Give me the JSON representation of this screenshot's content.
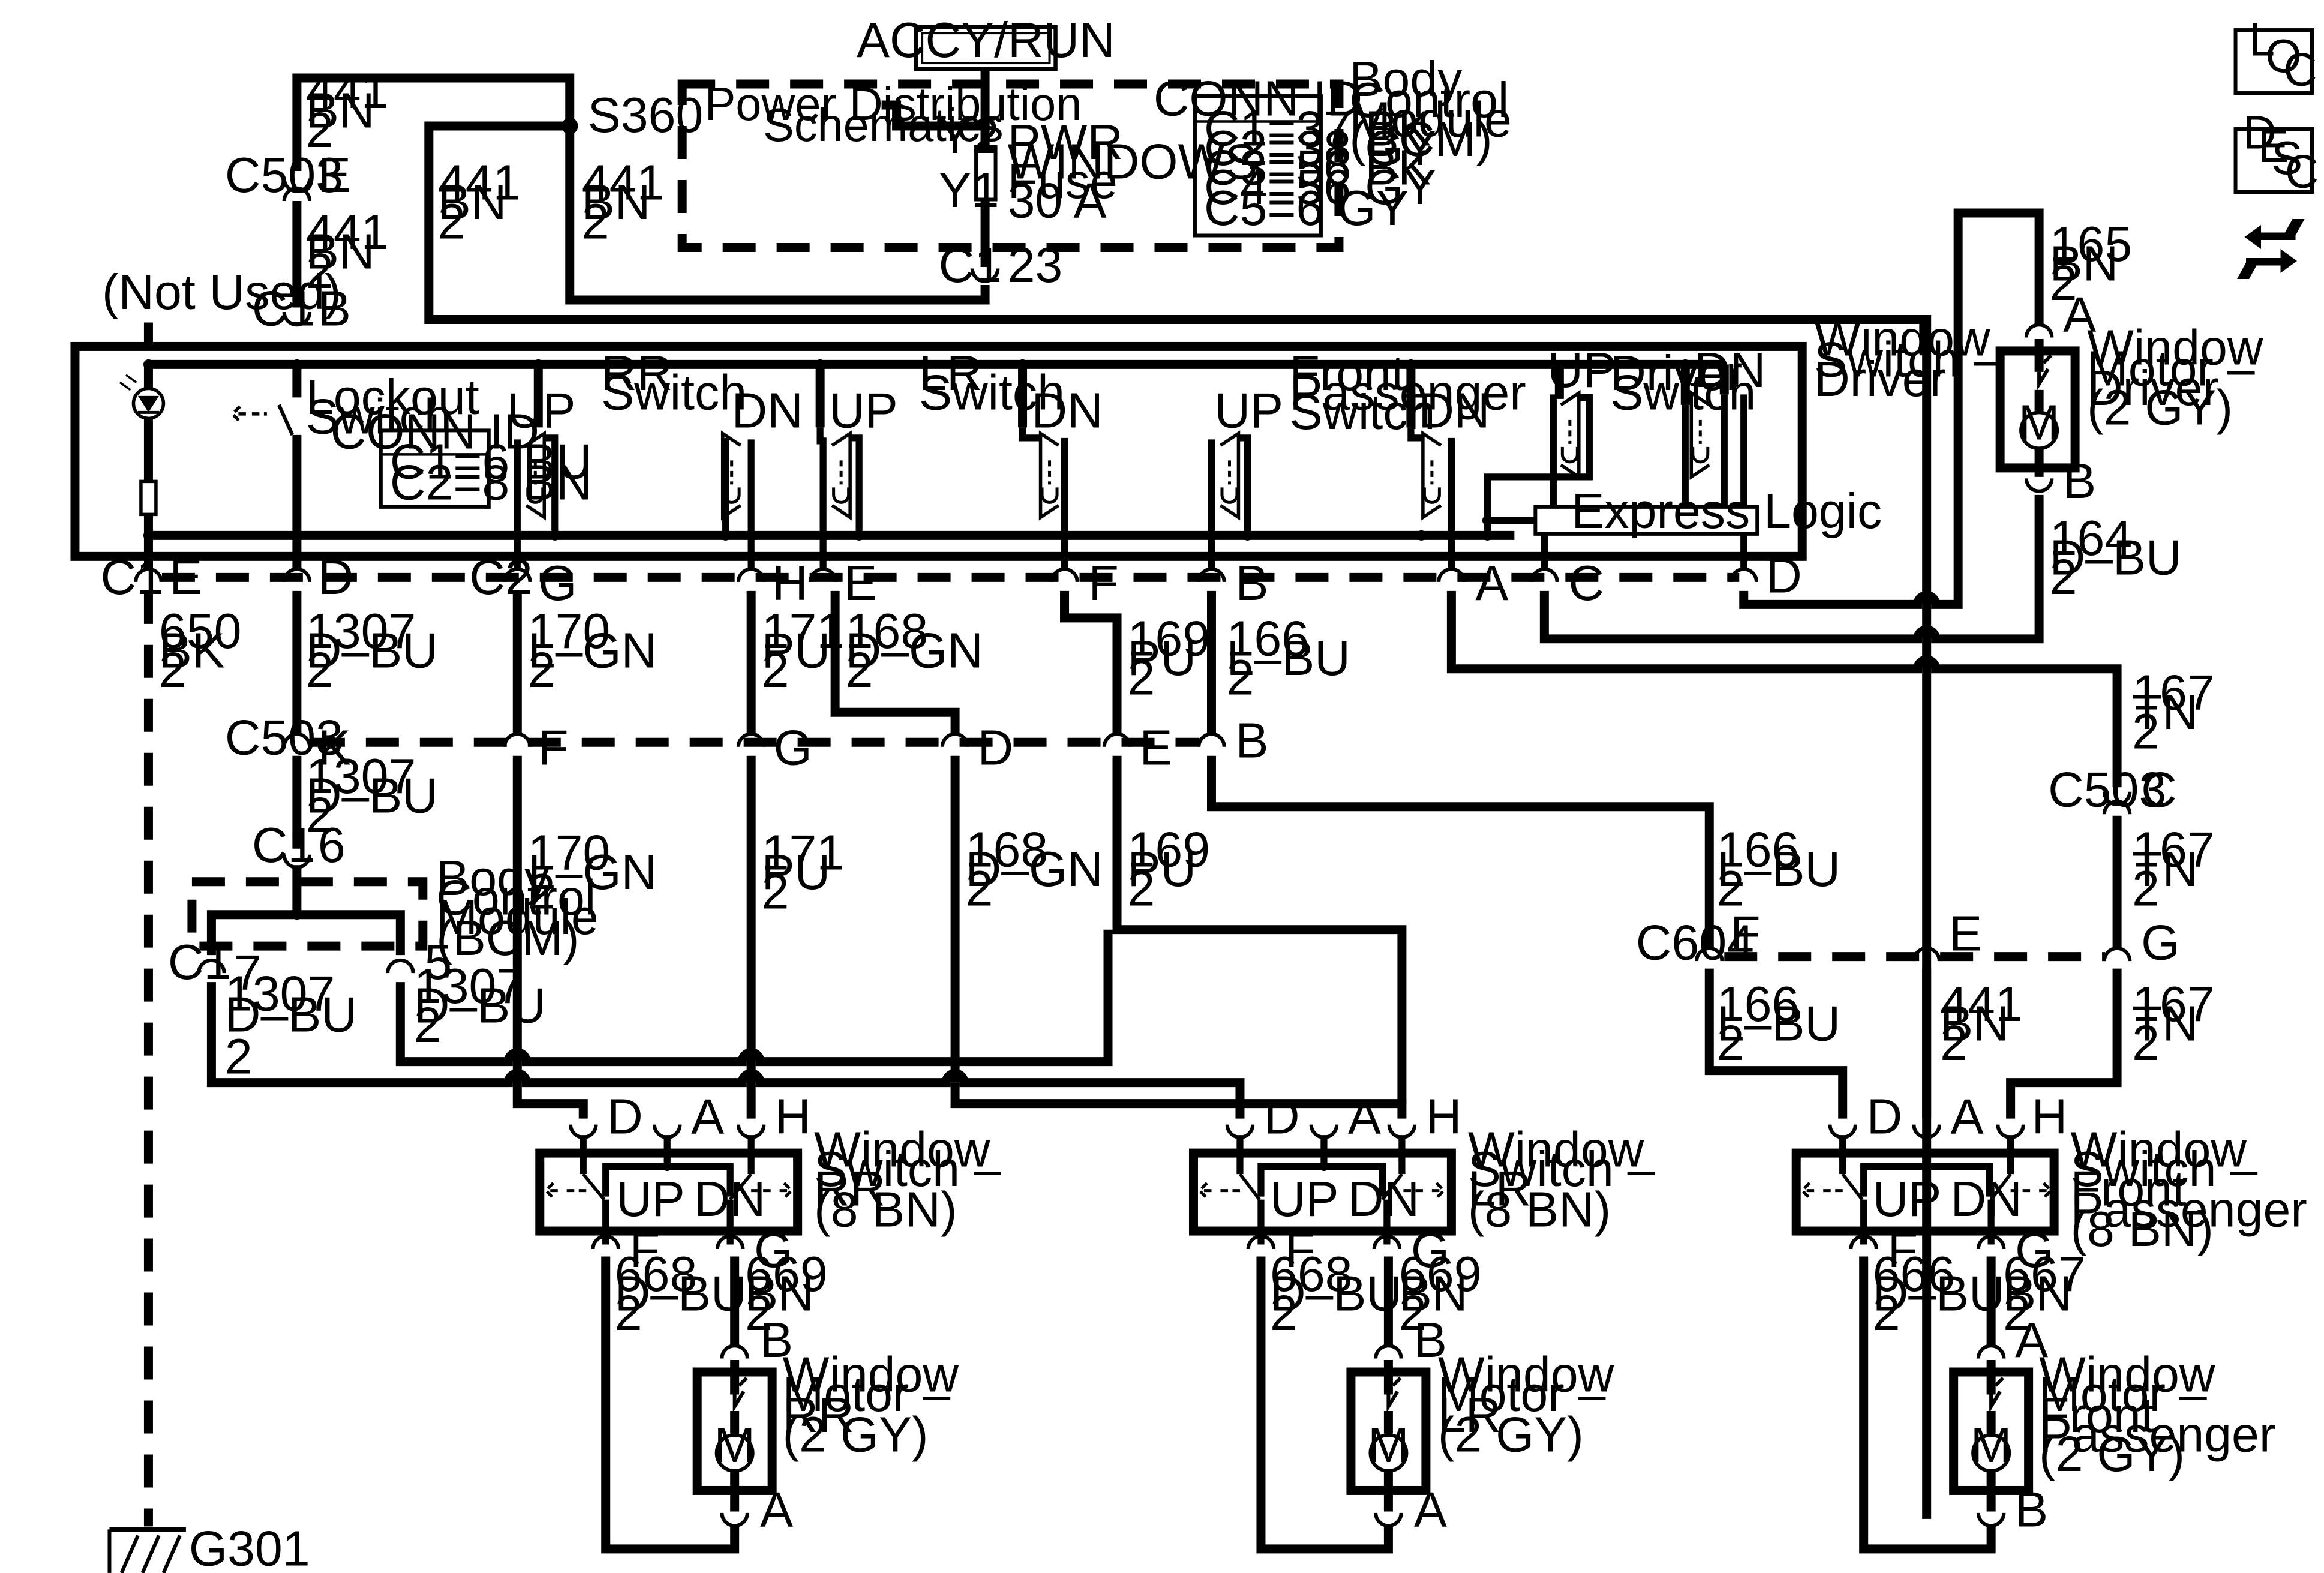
{
  "power": {
    "accy_run": "ACCY/RUN",
    "pds_1": "Power Distribution",
    "pds_2": "Schematics",
    "y2": "Y2",
    "y1": "Y1",
    "fuse_1": "PWR",
    "fuse_2": "WINDOWS",
    "fuse_3": "Fuse",
    "fuse_4": "30 A",
    "c1": "C1",
    "c1_pin": "23",
    "splice": "S360"
  },
  "bcm": {
    "l1": "Body",
    "l2": "Control",
    "l3": "Module",
    "l4": "(BCM)",
    "conn_title": "CONN ID",
    "conn": [
      "C1=37 BK",
      "C2=38 GY",
      "C3=56 BK",
      "C4=56 GY",
      "C5=6 GY"
    ]
  },
  "corner_icons": {
    "loc_1": "L",
    "loc_2": "O",
    "loc_3": "C",
    "desc_1": "D",
    "desc_2": "E",
    "desc_3": "S",
    "desc_4": "C"
  },
  "top_left": {
    "w441a_1": "441",
    "w441a_2": "BN",
    "w441a_3": "2",
    "c503": "C503",
    "c503_pin": "E",
    "w441b_1": "441",
    "w441b_2": "BN",
    "w441b_3": "2",
    "not_used": "(Not Used)",
    "c1": "C1",
    "c1_pin": "B",
    "w441c_1": "441",
    "w441c_2": "BN",
    "w441c_3": "2",
    "w441d_1": "441",
    "w441d_2": "BN",
    "w441d_3": "2"
  },
  "driver_switch": {
    "t1": "Window",
    "t2": "Switch –",
    "t3": "Driver",
    "lockout_1": "Lockout",
    "lockout_2": "Switch",
    "conn_title": "CONN ID",
    "conn": [
      "C1=6 BU",
      "C2=8 BN"
    ],
    "rr_1": "RR",
    "rr_2": "Switch",
    "lr_1": "LR",
    "lr_2": "Switch",
    "fp_1": "Front",
    "fp_2": "Passenger",
    "fp_3": "Switch",
    "drv_1": "Driver",
    "drv_2": "Switch",
    "up": "UP",
    "dn": "DN",
    "express": "Express Logic"
  },
  "driver_pins": {
    "c1": "C1",
    "c2": "C2",
    "e": "E",
    "d": "D",
    "g": "G",
    "h": "H",
    "e2": "E",
    "f": "F",
    "b": "B",
    "a": "A",
    "c": "C",
    "d2": "D"
  },
  "wires_row1": {
    "w650_1": "650",
    "w650_2": "BK",
    "w650_3": "2",
    "w1307_1": "1307",
    "w1307_2": "D–BU",
    "w1307_3": "2",
    "w170_1": "170",
    "w170_2": "L–GN",
    "w170_3": "2",
    "w171_1": "171",
    "w171_2": "PU",
    "w171_3": "2",
    "w168_1": "168",
    "w168_2": "D–GN",
    "w168_3": "2",
    "w169_1": "169",
    "w169_2": "PU",
    "w169_3": "2",
    "w166_1": "166",
    "w166_2": "L–BU",
    "w166_3": "2"
  },
  "c503_row": {
    "label": "C503",
    "k": "K",
    "f": "F",
    "g": "G",
    "d": "D",
    "e": "E",
    "b": "B"
  },
  "lower_left": {
    "w1307_1": "1307",
    "w1307_2": "D–BU",
    "w1307_3": "2",
    "c1": "C1",
    "c1_pin": "6",
    "bcm_1": "Body",
    "bcm_2": "Control",
    "bcm_3": "Module",
    "bcm_4": "(BCM)",
    "c1b": "C1",
    "pin7": "7",
    "pin5": "5",
    "w1307b_1": "1307",
    "w1307b_2": "D–BU",
    "w1307c_1": "1307",
    "w1307c_2": "D–BU",
    "w1307c_3": "2",
    "two": "2"
  },
  "wires_row2": {
    "w170_1": "170",
    "w170_2": "L–GN",
    "w170_3": "2",
    "w171_1": "171",
    "w171_2": "PU",
    "w171_3": "2",
    "w168_1": "168",
    "w168_2": "D–GN",
    "w168_3": "2",
    "w169_1": "169",
    "w169_2": "PU",
    "w169_3": "2",
    "w166_1": "166",
    "w166_2": "L–BU",
    "w166_3": "2"
  },
  "driver_motor": {
    "w165_1": "165",
    "w165_2": "BN",
    "w165_3": "2",
    "pin_a": "A",
    "t1": "Window",
    "t2": "Motor –",
    "t3": "Driver",
    "t4": "(2 GY)",
    "m": "M",
    "pin_b": "B",
    "w164_1": "164",
    "w164_2": "D–BU",
    "w164_3": "2"
  },
  "right_side": {
    "w167a_1": "167",
    "w167a_2": "TN",
    "w167a_3": "2",
    "c503": "C503",
    "c503_pin": "C",
    "w167b_1": "167",
    "w167b_2": "TN",
    "w167b_3": "2",
    "c604": "C604",
    "f": "F",
    "e": "E",
    "g": "G",
    "w166_1": "166",
    "w166_2": "L–BU",
    "w166_3": "2",
    "w441_1": "441",
    "w441_2": "BN",
    "w441_3": "2",
    "w167c_1": "167",
    "w167c_2": "TN",
    "w167c_3": "2"
  },
  "rr": {
    "d": "D",
    "a": "A",
    "h": "H",
    "t1": "Window",
    "t2": "Switch –",
    "t3": "RR",
    "t4": "(8 BN)",
    "up": "UP",
    "dn": "DN",
    "f": "F",
    "g": "G",
    "wa_1": "668",
    "wa_2": "D–BU",
    "wa_3": "2",
    "wb_1": "669",
    "wb_2": "BN",
    "wb_3": "2",
    "mt": "B",
    "m1": "Window",
    "m2": "Motor –",
    "m3": "RR",
    "m4": "(2 GY)",
    "m": "M",
    "mb": "A"
  },
  "lr": {
    "d": "D",
    "a": "A",
    "h": "H",
    "t1": "Window",
    "t2": "Switch –",
    "t3": "LR",
    "t4": "(8 BN)",
    "up": "UP",
    "dn": "DN",
    "f": "F",
    "g": "G",
    "wa_1": "668",
    "wa_2": "D–BU",
    "wa_3": "2",
    "wb_1": "669",
    "wb_2": "BN",
    "wb_3": "2",
    "mt": "B",
    "m1": "Window",
    "m2": "Motor –",
    "m3": "LR",
    "m4": "(2 GY)",
    "m": "M",
    "mb": "A"
  },
  "fp": {
    "d": "D",
    "a": "A",
    "h": "H",
    "t1": "Window",
    "t2": "Switch –",
    "t3": "Front",
    "t4": "Passenger",
    "t5": "(8 BN)",
    "up": "UP",
    "dn": "DN",
    "f": "F",
    "g": "G",
    "wa_1": "666",
    "wa_2": "D–BU",
    "wa_3": "2",
    "wb_1": "667",
    "wb_2": "BN",
    "wb_3": "2",
    "mt": "A",
    "m1": "Window",
    "m2": "Motor –",
    "m3": "Front",
    "m4": "Passenger",
    "m5": "(2 GY)",
    "m": "M",
    "mb": "B"
  },
  "ground": {
    "label": "G301"
  }
}
